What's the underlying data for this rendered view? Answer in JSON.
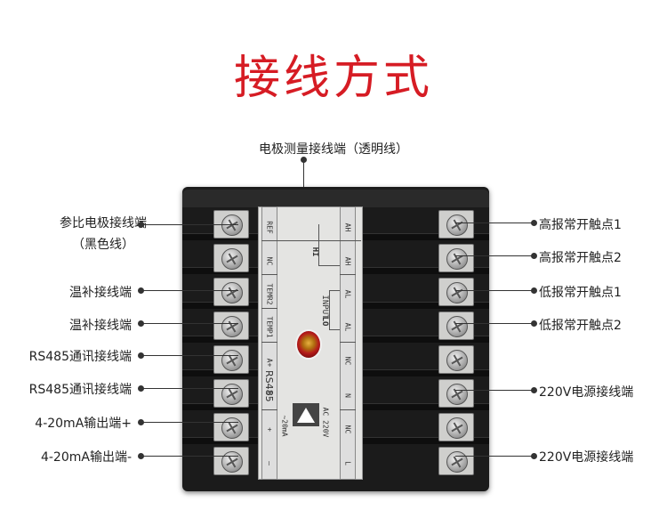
{
  "title": "接线方式",
  "top_label": "电极测量接线端（透明线）",
  "left_labels": [
    {
      "text": "参比电极接线端",
      "sub": "（黑色线）"
    },
    {
      "text": "温补接线端"
    },
    {
      "text": "温补接线端"
    },
    {
      "text": "RS485通讯接线端"
    },
    {
      "text": "RS485通讯接线端"
    },
    {
      "text": "4-20mA输出端+"
    },
    {
      "text": "4-20mA输出端-"
    }
  ],
  "right_labels": [
    {
      "text": "高报常开触点1"
    },
    {
      "text": "高报常开触点2"
    },
    {
      "text": "低报常开触点1"
    },
    {
      "text": "低报常开触点2"
    },
    {
      "text": "220V电源接线端"
    },
    {
      "text": "220V电源接线端"
    }
  ],
  "device": {
    "left_strip_labels": [
      "REF",
      "NC",
      "TEMR2",
      "TEMP1",
      "A+",
      "B-",
      "+",
      "—"
    ],
    "right_strip_labels": [
      "AH",
      "AH",
      "AL",
      "AL",
      "NC",
      "N",
      "NC",
      "L"
    ],
    "plate_input": "INPUT",
    "plate_hi": "HI",
    "plate_lo": "LO",
    "plate_rs485": "RS485",
    "plate_ma": "~20mA",
    "plate_ac": "AC 220V"
  },
  "colors": {
    "title": "#d61c24",
    "device": "#1b1b1b"
  }
}
